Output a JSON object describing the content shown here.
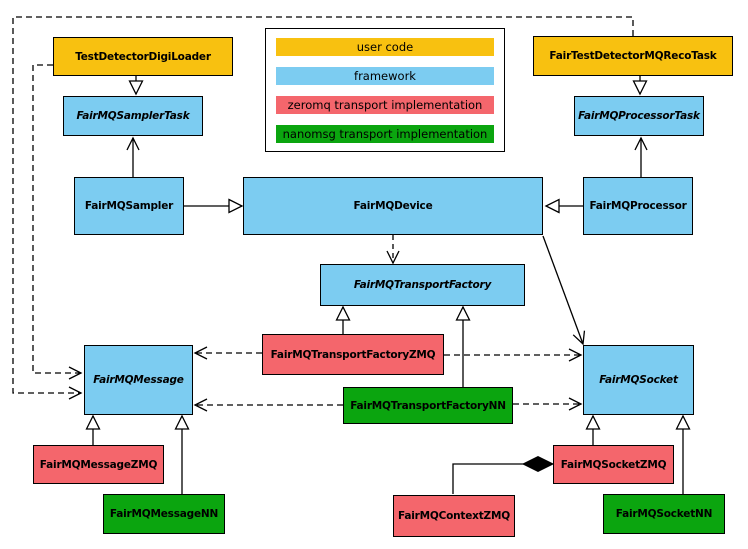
{
  "diagram_type": "uml-class-diagram",
  "palette": {
    "user_code": "#f8c110",
    "framework": "#7cccf1",
    "zeromq": "#f4666c",
    "nanomsg": "#0ba50f",
    "line": "#000000",
    "background": "#ffffff"
  },
  "legend": {
    "items": [
      {
        "label": "user code",
        "color": "#f8c110"
      },
      {
        "label": "framework",
        "color": "#7cccf1"
      },
      {
        "label": "zeromq transport implementation",
        "color": "#f4666c"
      },
      {
        "label": "nanomsg transport implementation",
        "color": "#0ba50f"
      }
    ]
  },
  "nodes": {
    "testDetectorDigiLoader": {
      "label": "TestDetectorDigiLoader",
      "category": "user code",
      "abstract": false
    },
    "fairTestDetectorMQRecoTask": {
      "label": "FairTestDetectorMQRecoTask",
      "category": "user code",
      "abstract": false
    },
    "fairMQSamplerTask": {
      "label": "FairMQSamplerTask",
      "category": "framework",
      "abstract": true
    },
    "fairMQProcessorTask": {
      "label": "FairMQProcessorTask",
      "category": "framework",
      "abstract": true
    },
    "fairMQSampler": {
      "label": "FairMQSampler",
      "category": "framework",
      "abstract": false
    },
    "fairMQDevice": {
      "label": "FairMQDevice",
      "category": "framework",
      "abstract": false
    },
    "fairMQProcessor": {
      "label": "FairMQProcessor",
      "category": "framework",
      "abstract": false
    },
    "fairMQTransportFactory": {
      "label": "FairMQTransportFactory",
      "category": "framework",
      "abstract": true
    },
    "fairMQTransportFactoryZMQ": {
      "label": "FairMQTransportFactoryZMQ",
      "category": "zeromq",
      "abstract": false
    },
    "fairMQTransportFactoryNN": {
      "label": "FairMQTransportFactoryNN",
      "category": "nanomsg",
      "abstract": false
    },
    "fairMQMessage": {
      "label": "FairMQMessage",
      "category": "framework",
      "abstract": true
    },
    "fairMQSocket": {
      "label": "FairMQSocket",
      "category": "framework",
      "abstract": true
    },
    "fairMQMessageZMQ": {
      "label": "FairMQMessageZMQ",
      "category": "zeromq",
      "abstract": false
    },
    "fairMQMessageNN": {
      "label": "FairMQMessageNN",
      "category": "nanomsg",
      "abstract": false
    },
    "fairMQContextZMQ": {
      "label": "FairMQContextZMQ",
      "category": "zeromq",
      "abstract": false
    },
    "fairMQSocketZMQ": {
      "label": "FairMQSocketZMQ",
      "category": "zeromq",
      "abstract": false
    },
    "fairMQSocketNN": {
      "label": "FairMQSocketNN",
      "category": "nanomsg",
      "abstract": false
    }
  },
  "edges": [
    {
      "from": "TestDetectorDigiLoader",
      "to": "FairMQSamplerTask",
      "type": "inheritance"
    },
    {
      "from": "FairTestDetectorMQRecoTask",
      "to": "FairMQProcessorTask",
      "type": "inheritance"
    },
    {
      "from": "FairMQSampler",
      "to": "FairMQDevice",
      "type": "inheritance"
    },
    {
      "from": "FairMQProcessor",
      "to": "FairMQDevice",
      "type": "inheritance"
    },
    {
      "from": "FairMQSampler",
      "to": "FairMQSamplerTask",
      "type": "association"
    },
    {
      "from": "FairMQProcessor",
      "to": "FairMQProcessorTask",
      "type": "association"
    },
    {
      "from": "FairMQDevice",
      "to": "FairMQTransportFactory",
      "type": "dependency"
    },
    {
      "from": "FairMQDevice",
      "to": "FairMQSocket",
      "type": "association"
    },
    {
      "from": "FairMQTransportFactoryZMQ",
      "to": "FairMQTransportFactory",
      "type": "inheritance"
    },
    {
      "from": "FairMQTransportFactoryNN",
      "to": "FairMQTransportFactory",
      "type": "inheritance"
    },
    {
      "from": "FairMQTransportFactoryZMQ",
      "to": "FairMQMessage",
      "type": "dependency"
    },
    {
      "from": "FairMQTransportFactoryZMQ",
      "to": "FairMQSocket",
      "type": "dependency"
    },
    {
      "from": "FairMQTransportFactoryNN",
      "to": "FairMQMessage",
      "type": "dependency"
    },
    {
      "from": "FairMQTransportFactoryNN",
      "to": "FairMQSocket",
      "type": "dependency"
    },
    {
      "from": "TestDetectorDigiLoader",
      "to": "FairMQMessage",
      "type": "dependency"
    },
    {
      "from": "FairTestDetectorMQRecoTask",
      "to": "FairMQMessage",
      "type": "dependency"
    },
    {
      "from": "FairMQMessageZMQ",
      "to": "FairMQMessage",
      "type": "inheritance"
    },
    {
      "from": "FairMQMessageNN",
      "to": "FairMQMessage",
      "type": "inheritance"
    },
    {
      "from": "FairMQSocketZMQ",
      "to": "FairMQSocket",
      "type": "inheritance"
    },
    {
      "from": "FairMQSocketNN",
      "to": "FairMQSocket",
      "type": "inheritance"
    },
    {
      "from": "FairMQSocketZMQ",
      "to": "FairMQContextZMQ",
      "type": "composition"
    }
  ]
}
